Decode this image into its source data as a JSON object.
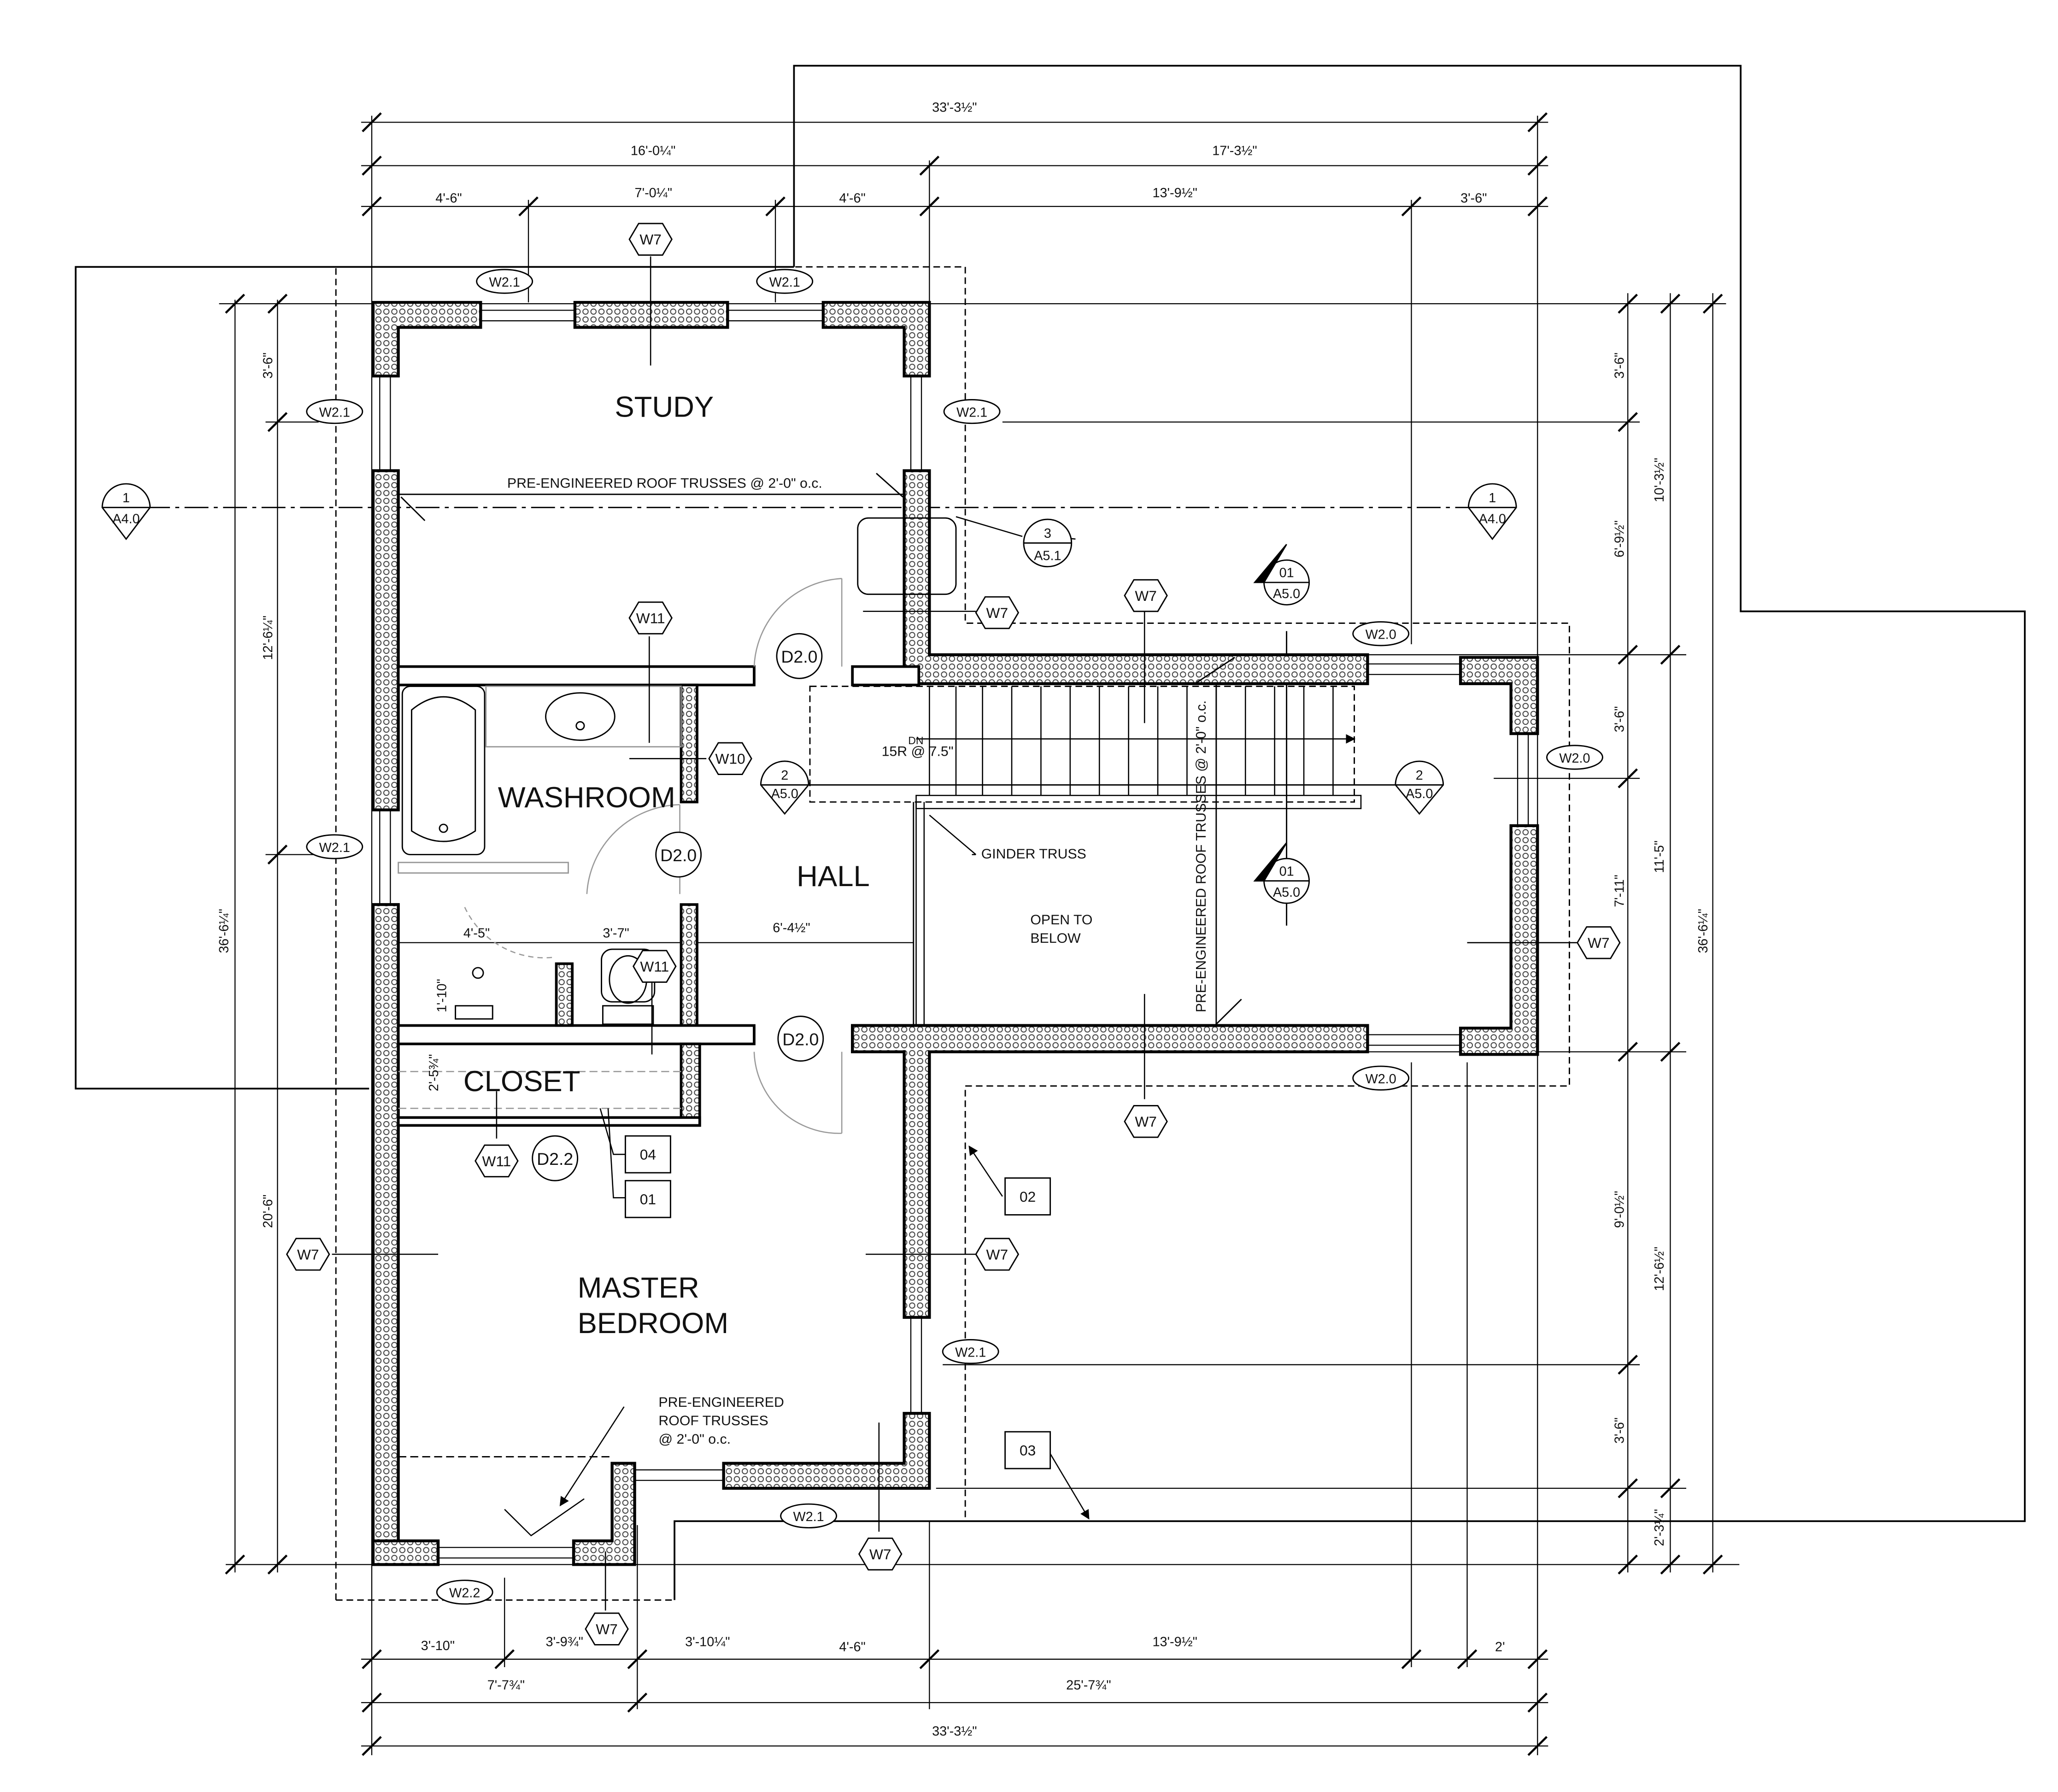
{
  "rooms": {
    "study": "STUDY",
    "washroom": "WASHROOM",
    "hall": "HALL",
    "closet": "CLOSET",
    "master_line1": "MASTER",
    "master_line2": "BEDROOM",
    "open_line1": "OPEN TO",
    "open_line2": "BELOW"
  },
  "notes": {
    "roof_trusses_top": "PRE-ENGINEERED ROOF TRUSSES @ 2'-0\" o.c.",
    "roof_trusses_vertical": "PRE-ENGINEERED ROOF TRUSSES @ 2'-0\" o.c.",
    "ginder_truss": "GINDER TRUSS",
    "stairs": "15R @ 7.5\"",
    "stairs_dn": "DN",
    "bottom_note_1": "PRE-ENGINEERED",
    "bottom_note_2": "ROOF TRUSSES",
    "bottom_note_3": "@ 2'-0\" o.c."
  },
  "dims_top": {
    "overall": "33'-3½\"",
    "left_seg": "16'-0¼\"",
    "right_seg": "17'-3½\"",
    "d1": "4'-6\"",
    "d2": "7'-0¼\"",
    "d3": "4'-6\"",
    "d4": "13'-9½\"",
    "d5": "3'-6\""
  },
  "dims_bottom": {
    "d1": "3'-10\"",
    "d2": "3'-9¾\"",
    "d3": "3'-10¼\"",
    "d4": "4'-6\"",
    "d5": "13'-9½\"",
    "d6": "2'",
    "mid_left": "7'-7¾\"",
    "mid_right": "25'-7¾\"",
    "overall": "33'-3½\""
  },
  "dims_left": {
    "d1": "3'-6\"",
    "d2": "12'-6¼\"",
    "d3": "20'-6\"",
    "overall": "36'-6¼\""
  },
  "dims_right": {
    "d1": "3'-6\"",
    "d2": "6'-9½\"",
    "d3": "3'-6\"",
    "d4": "7'-11\"",
    "d5": "9'-0½\"",
    "d6": "3'-6\"",
    "d7": "2'-3¼\"",
    "mid_a": "10'-3½\"",
    "mid_b": "11'-5\"",
    "mid_c": "12'-6½\"",
    "overall": "36'-6¼\""
  },
  "dims_interior": {
    "hall_width": "6'-4½\"",
    "wash_a": "4'-5\"",
    "wash_b": "3'-7\"",
    "wash_v": "1'-10\"",
    "closet_v": "2'-5¾\""
  },
  "door_tags": [
    "D2.0",
    "D2.0",
    "D2.0",
    "D2.2"
  ],
  "window_tags": {
    "w21": "W2.1",
    "w22": "W2.2",
    "w20": "W2.0"
  },
  "wall_tags": {
    "w7": "W7",
    "w10": "W10",
    "w11": "W11"
  },
  "section_markers": {
    "a40_num": "1",
    "a40_sheet": "A4.0",
    "a50_num": "2",
    "a50_sheet": "A5.0",
    "a51_num": "3",
    "a51_sheet": "A5.1",
    "elev_num": "01",
    "elev_sheet": "A5.0"
  },
  "keynotes": [
    "04",
    "01",
    "02",
    "03"
  ]
}
